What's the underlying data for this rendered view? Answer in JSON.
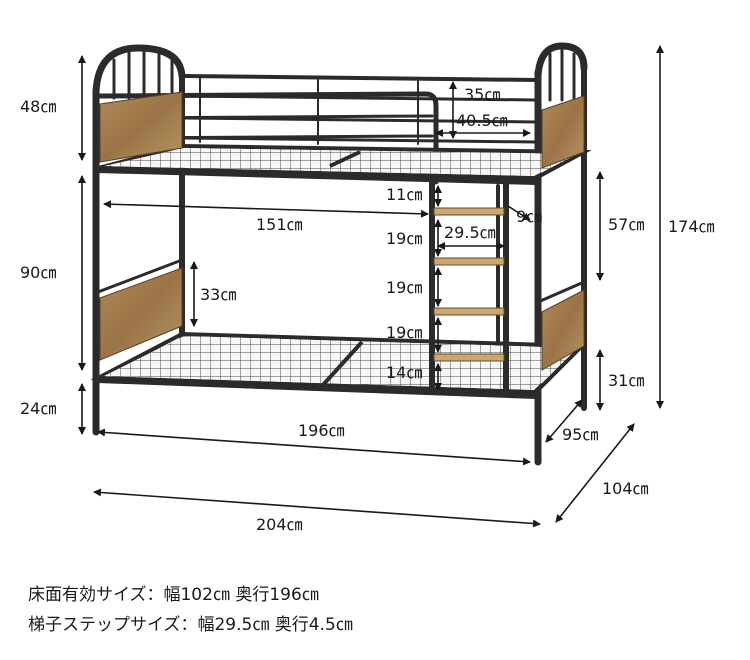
{
  "labels": {
    "top_rail_height": "35㎝",
    "top_rail_width": "40.5㎝",
    "upper_guard_height": "48㎝",
    "upper_head_gap": "11㎝",
    "upper_inner_length": "151㎝",
    "ladder_offset": "9㎝",
    "ladder_width": "29.5㎝",
    "ladder_step_1": "19㎝",
    "ladder_step_2": "19㎝",
    "ladder_step_3": "19㎝",
    "ladder_bottom": "14㎝",
    "upper_post_height": "57㎝",
    "total_height": "174㎝",
    "lower_clearance": "90㎝",
    "lower_headboard": "33㎝",
    "floor_clearance_left": "24㎝",
    "floor_clearance_right": "31㎝",
    "inner_length": "196㎝",
    "inner_depth": "95㎝",
    "outer_depth": "104㎝",
    "outer_length": "204㎝"
  },
  "specs": {
    "bed_surface": "床面有効サイズ：幅102㎝ 奥行196㎝",
    "ladder_step": "梯子ステップサイズ：幅29.5㎝ 奥行4.5㎝"
  }
}
